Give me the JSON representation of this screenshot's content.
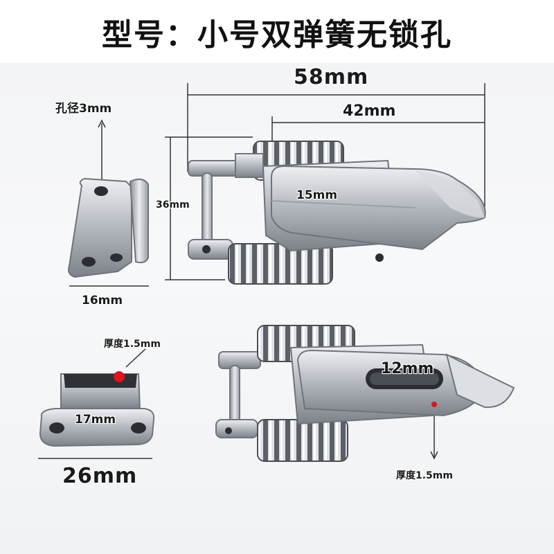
{
  "title": "型号：小号双弹簧无锁孔",
  "dimensions": {
    "overall_length": "58mm",
    "body_length": "42mm",
    "catch_hole_diameter": "孔径3mm",
    "height": "36mm",
    "catch_width": "16mm",
    "plate_width": "15mm",
    "slot_length": "12mm",
    "plate_thickness_catch": "厚度1.5mm",
    "hole_spacing": "17mm",
    "base_width": "26mm",
    "plate_thickness_latch": "厚度1.5mm"
  },
  "colors": {
    "steel": "#c9ccd1",
    "steel_dark": "#6f737a",
    "marker": "#e0141c"
  }
}
